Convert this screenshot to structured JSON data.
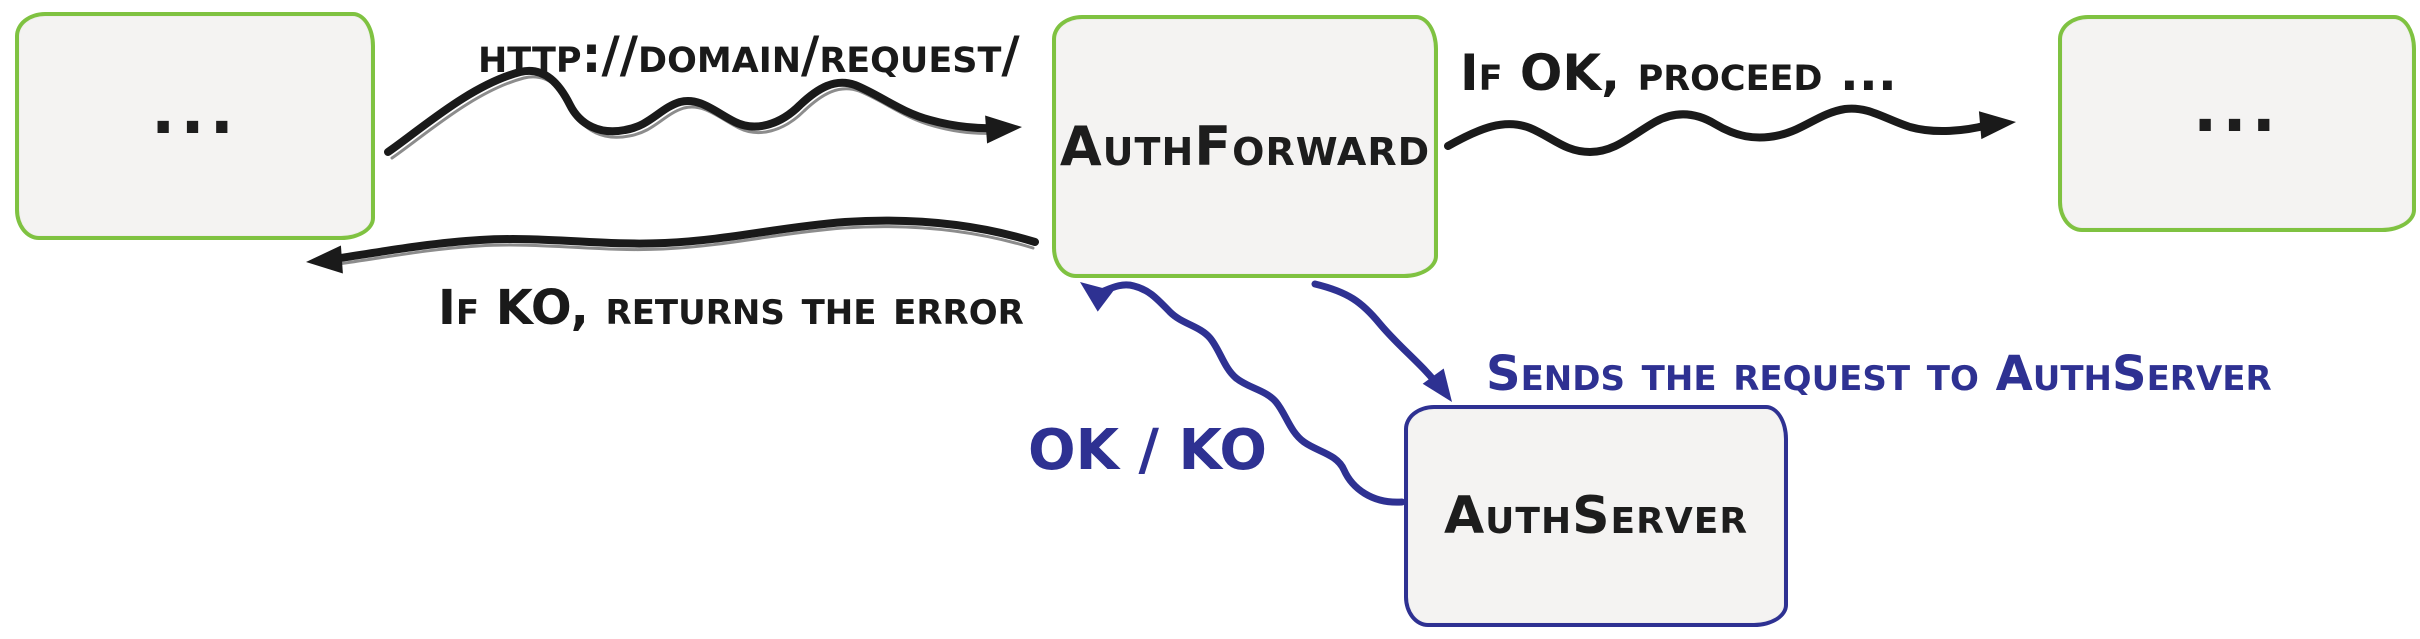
{
  "colors": {
    "green": "#7FC241",
    "blue": "#2E3192",
    "ink": "#1A1A1A",
    "fill": "#F4F3F2"
  },
  "nodes": {
    "left": {
      "label": "..."
    },
    "authforward": {
      "label": "AuthForward"
    },
    "right": {
      "label": "..."
    },
    "authserver": {
      "label": "AuthServer"
    }
  },
  "edges": {
    "request": {
      "label": "http://domain/request/"
    },
    "ok_proceed": {
      "label": "If OK, proceed ..."
    },
    "ko_return": {
      "label": "If KO, returns the error"
    },
    "send": {
      "label": "Sends the request to AuthServer"
    },
    "ok_ko": {
      "label": "OK / KO"
    }
  }
}
